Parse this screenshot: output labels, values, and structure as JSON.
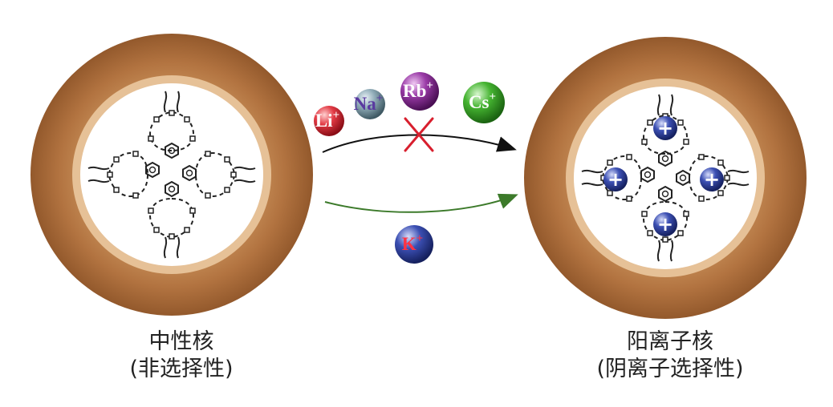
{
  "captions": {
    "left_line1": "中性核",
    "left_line2": "(非选择性)",
    "right_line1": "阳离子核",
    "right_line2": "(阴离子选择性)"
  },
  "ions": [
    {
      "id": "li",
      "symbol": "Li",
      "charge": "+",
      "color": "#d6202e"
    },
    {
      "id": "na",
      "symbol": "Na",
      "charge": "+",
      "color": "#7d9aa6"
    },
    {
      "id": "rb",
      "symbol": "Rb",
      "charge": "+",
      "color": "#8e2f9b"
    },
    {
      "id": "cs",
      "symbol": "Cs",
      "charge": "+",
      "color": "#3aa92c"
    },
    {
      "id": "k",
      "symbol": "K",
      "charge": "+",
      "color": "#2e3f9f"
    }
  ],
  "bound_ion_charge": "+",
  "colors": {
    "shell": "#b77a45",
    "shell_inner": "#e6c197",
    "blocked_arrow": "#111111",
    "open_arrow": "#3c7a2a",
    "blocked_mark": "#d81f2e",
    "bound_ion": "#2e3f9f"
  }
}
